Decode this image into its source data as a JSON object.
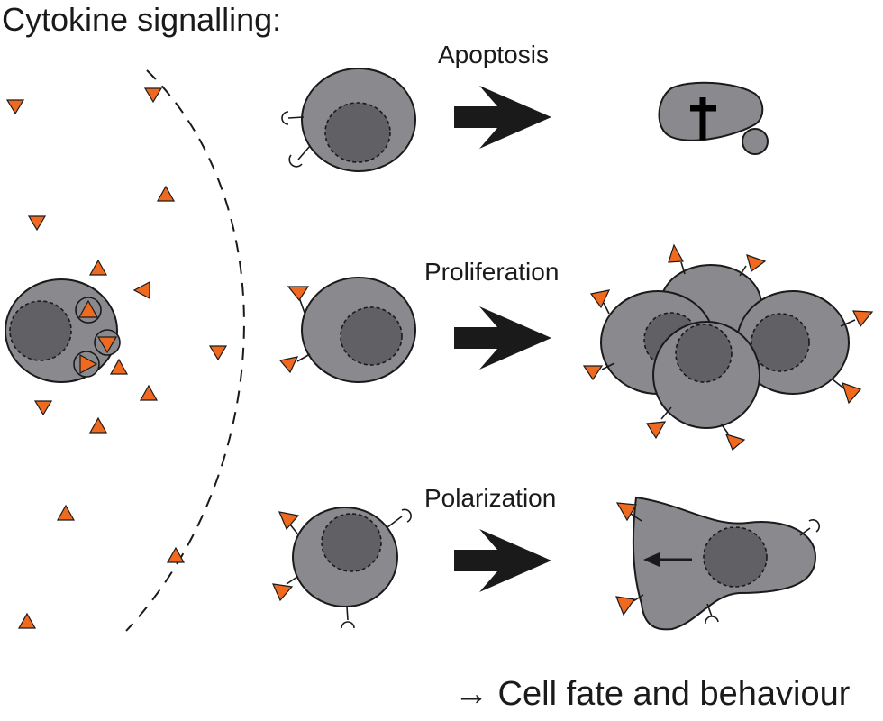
{
  "diagram": {
    "title": "Cytokine signalling:",
    "fates": [
      {
        "id": "apoptosis",
        "label": "Apoptosis"
      },
      {
        "id": "proliferation",
        "label": "Proliferation"
      },
      {
        "id": "polarization",
        "label": "Polarization"
      }
    ],
    "footer": "→ Cell fate and behaviour",
    "colors": {
      "cell": "#8a8a8e",
      "nucleus": "#606065",
      "cytokine": "#ef6a1f",
      "outline": "#1a1a1a",
      "arrow": "#1a1a1a"
    }
  }
}
